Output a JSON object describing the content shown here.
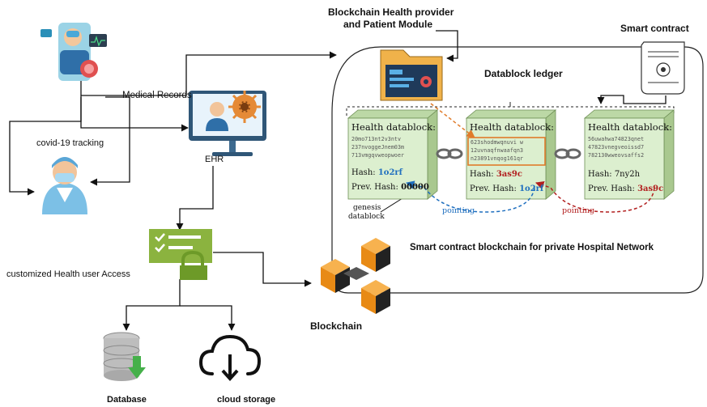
{
  "labels": {
    "provider_line1": "Blockchain Health provider",
    "provider_line2": "and Patient Module",
    "smart_contract": "Smart contract",
    "datablock_ledger": "Datablock ledger",
    "medical_records": "Medical Records",
    "covid_tracking": "covid-19 tracking",
    "ehr": "EHR",
    "health_access": "customized Health user Access",
    "network_caption": "Smart contract blockchain for private Hospital Network",
    "blockchain": "Blockchain",
    "database": "Database",
    "cloud_storage": "cloud storage",
    "genesis_line1": "genesis",
    "genesis_line2": "datablock",
    "pointing_blue": "pointing",
    "pointing_red": "pointing"
  },
  "blocks": [
    {
      "title": "Health datablock:",
      "data_lines": [
        "20mo713nt2v3ntv",
        "237nvoggeJnem03m",
        "713vmgqvweopwoer"
      ],
      "hash_label": "Hash:",
      "hash_value": "1o2rf",
      "prev_label": "Prev. Hash:",
      "prev_value": "00000"
    },
    {
      "title": "Health datablock:",
      "data_lines": [
        "623shodmwqnuvi w",
        "12uvnaqfnwaafqn3",
        "n23891vnqog161qr"
      ],
      "hash_label": "Hash:",
      "hash_value": "3as9c",
      "prev_label": "Prev. Hash:",
      "prev_value": "1o2rf"
    },
    {
      "title": "Health datablock:",
      "data_lines": [
        "56uwahwa74823qnet",
        "47823vnegveoissd7",
        "782130wweovsaffs2"
      ],
      "hash_label": "Hash:",
      "hash_value": "7ny2h",
      "prev_label": "Prev. Hash:",
      "prev_value": "3as9c"
    }
  ],
  "colors": {
    "block_face": "#dcefcf",
    "block_top": "#bcd8a6",
    "block_side": "#a9c88f",
    "hash_blue": "#1f6fbf",
    "hash_red": "#b21f1f",
    "access_green": "#7aa536",
    "blockchain_orange": "#f29a1f",
    "arrow_orange": "#e07b2a"
  },
  "icons": [
    "patient-monitor-icon",
    "doctor-icon",
    "ehr-monitor-icon",
    "folder-module-icon",
    "contract-scroll-icon",
    "access-checklist-icon",
    "blockchain-cubes-icon",
    "database-icon",
    "cloud-download-icon",
    "chain-link-icon"
  ]
}
